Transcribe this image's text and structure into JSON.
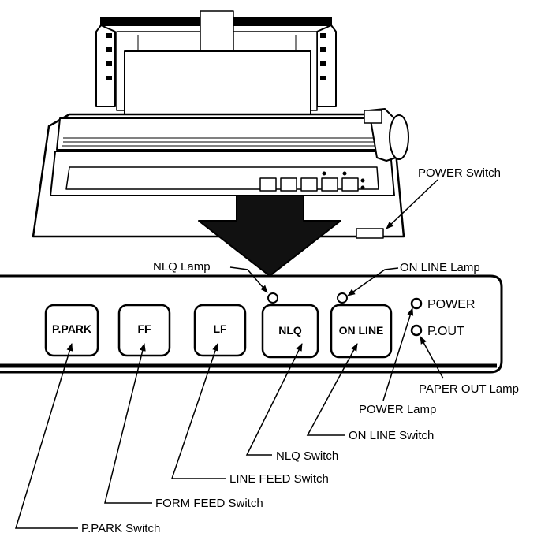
{
  "buttons": {
    "ppark": "P.PARK",
    "ff": "FF",
    "lf": "LF",
    "nlq": "NLQ",
    "online": "ON LINE"
  },
  "indicators": {
    "power": "POWER",
    "pout": "P.OUT"
  },
  "labels": {
    "power_switch": "POWER Switch",
    "nlq_lamp": "NLQ Lamp",
    "online_lamp": "ON LINE Lamp",
    "paper_out_lamp": "PAPER OUT Lamp",
    "power_lamp": "POWER Lamp",
    "online_switch": "ON LINE Switch",
    "nlq_switch": "NLQ Switch",
    "line_feed_switch": "LINE FEED Switch",
    "form_feed_switch": "FORM FEED Switch",
    "ppark_switch": "P.PARK Switch"
  }
}
